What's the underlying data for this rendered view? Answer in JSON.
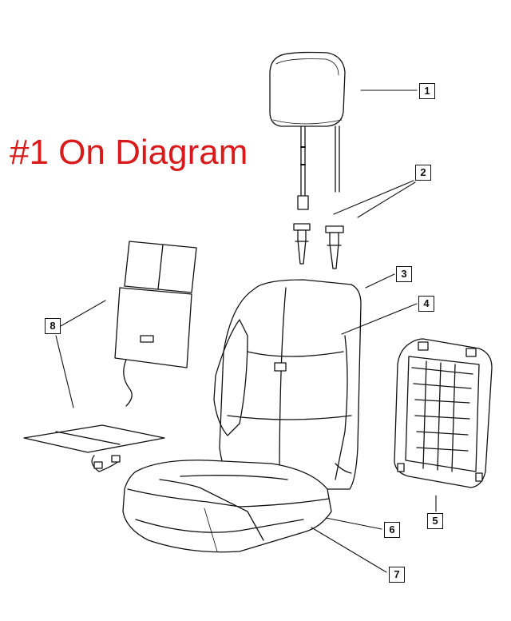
{
  "caption": {
    "text": "#1 On Diagram",
    "color": "#d81a1a"
  },
  "callouts": [
    {
      "id": "callout-1",
      "label": "1"
    },
    {
      "id": "callout-2",
      "label": "2"
    },
    {
      "id": "callout-3",
      "label": "3"
    },
    {
      "id": "callout-4",
      "label": "4"
    },
    {
      "id": "callout-5",
      "label": "5"
    },
    {
      "id": "callout-6",
      "label": "6"
    },
    {
      "id": "callout-7",
      "label": "7"
    },
    {
      "id": "callout-8",
      "label": "8"
    }
  ],
  "parts": [
    {
      "id": "headrest",
      "name": "headrest-drawing"
    },
    {
      "id": "guides",
      "name": "headrest-guide-drawing"
    },
    {
      "id": "seatback",
      "name": "seatback-drawing"
    },
    {
      "id": "seatcushion",
      "name": "seat-cushion-drawing"
    },
    {
      "id": "backpanel",
      "name": "seatback-frame-drawing"
    },
    {
      "id": "heater",
      "name": "seat-heater-drawing"
    }
  ],
  "line_color": "#111111"
}
